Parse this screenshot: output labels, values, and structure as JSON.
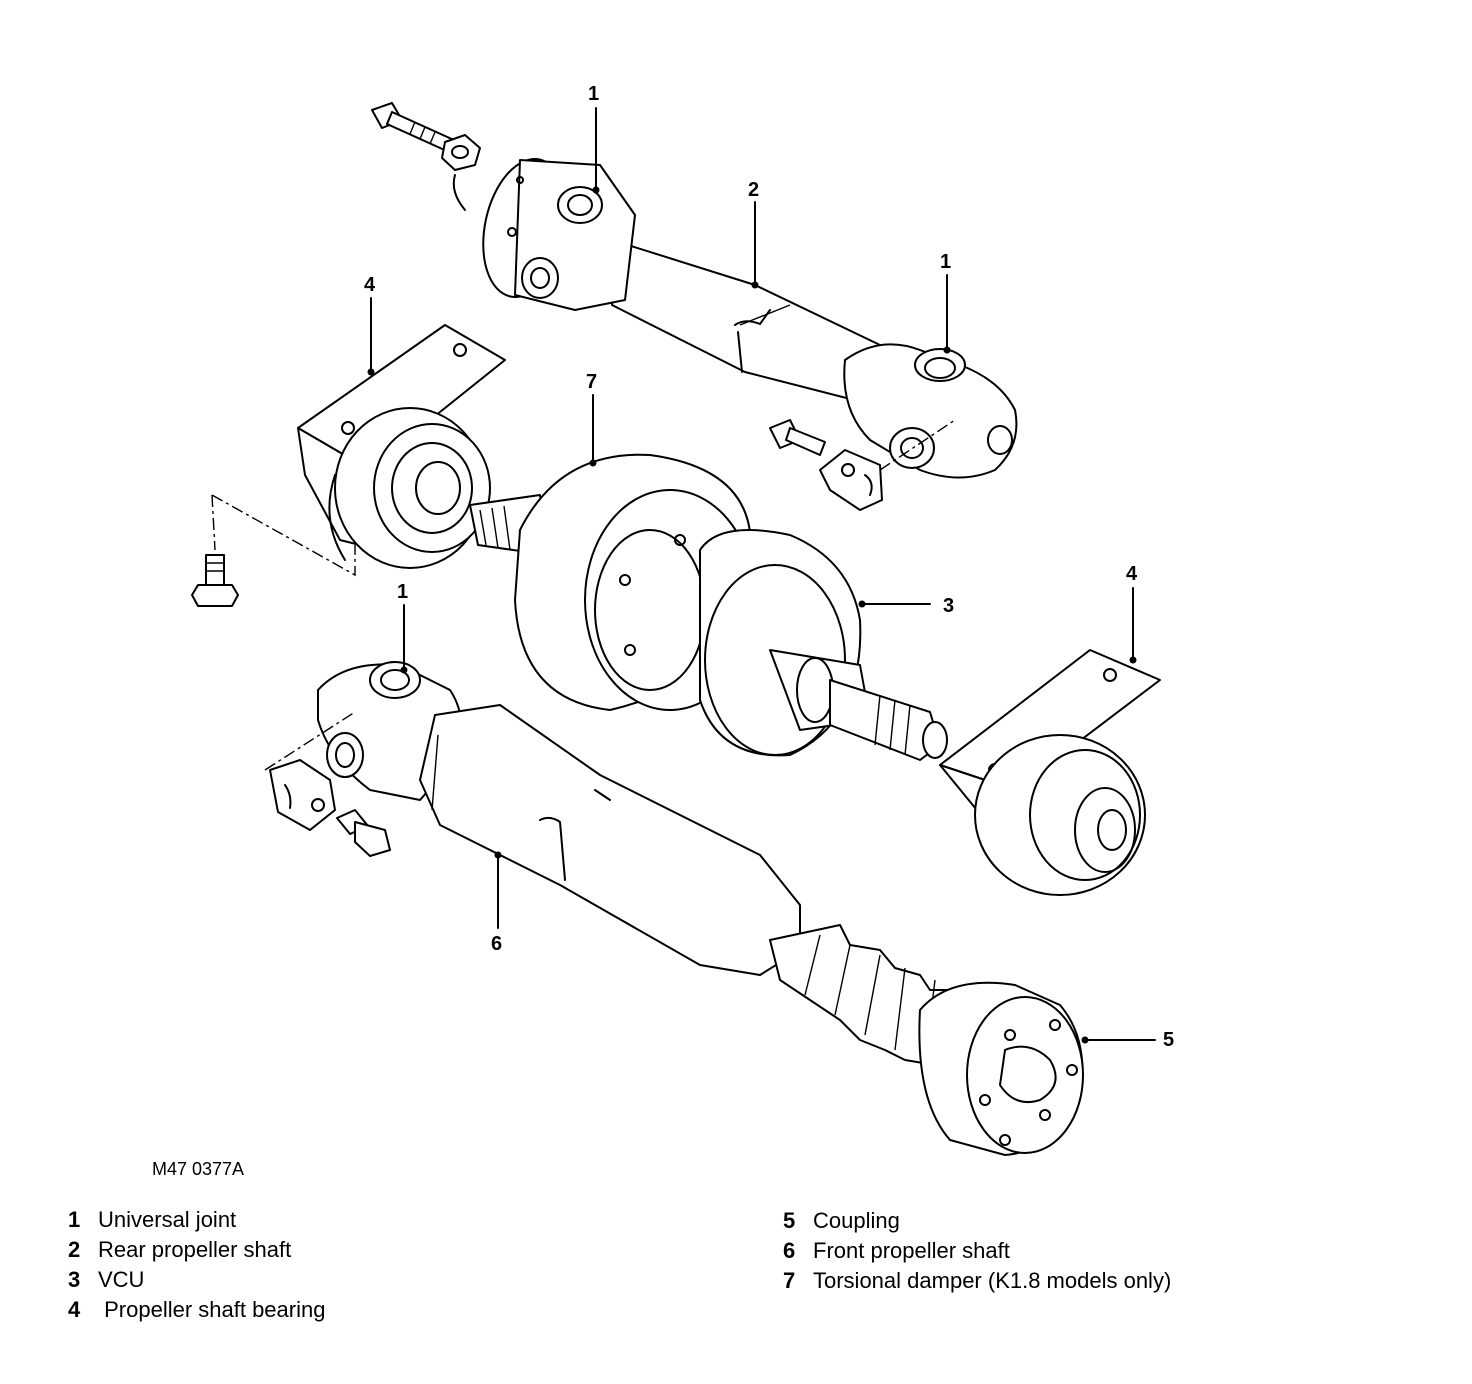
{
  "figure_code": "M47 0377A",
  "callouts": {
    "uj_top_left": "1",
    "rear_shaft": "2",
    "uj_top_right": "1",
    "bearing_left": "4",
    "damper": "7",
    "vcu": "3",
    "uj_bottom": "1",
    "bearing_right": "4",
    "front_shaft": "6",
    "coupling": "5"
  },
  "legend": [
    {
      "num": "1",
      "label": "Universal joint"
    },
    {
      "num": "2",
      "label": "Rear propeller shaft"
    },
    {
      "num": "3",
      "label": "VCU"
    },
    {
      "num": "4",
      "label": " Propeller shaft bearing"
    },
    {
      "num": "5",
      "label": "Coupling"
    },
    {
      "num": "6",
      "label": "Front propeller shaft"
    },
    {
      "num": "7",
      "label": "Torsional damper (K1.8 models only)"
    }
  ]
}
